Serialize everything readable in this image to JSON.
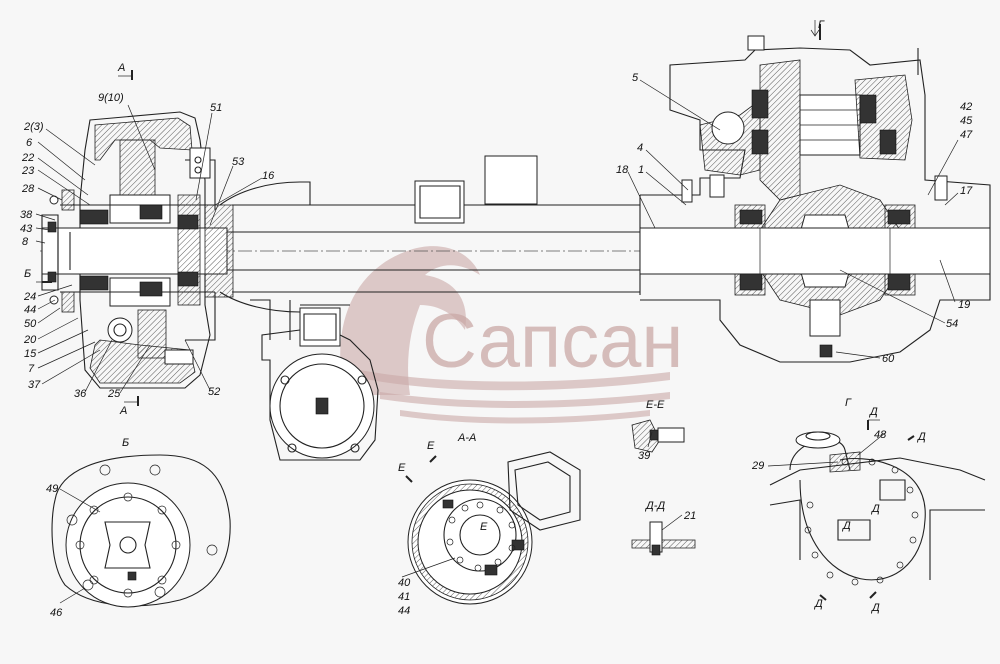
{
  "watermark": {
    "text": "Сапсан",
    "color": "#c9a8a6"
  },
  "section_marks": {
    "a_top": "А",
    "a_bottom": "А",
    "b_left": "Б",
    "b_view": "Б",
    "g_top": "Г",
    "g_view": "Г",
    "aa_view": "А-А",
    "ee_view": "Е-Е",
    "dd_view": "Д-Д",
    "e1": "Е",
    "e2": "Е",
    "e3": "Е",
    "d1": "Д",
    "d2": "Д",
    "d3": "Д",
    "d4": "Д",
    "d5": "Д",
    "d6": "Д"
  },
  "part_labels": {
    "p2_3": "2(3)",
    "p6": "6",
    "p22": "22",
    "p23": "23",
    "p28": "28",
    "p38": "38",
    "p43": "43",
    "p8": "8",
    "p24": "24",
    "p44": "44",
    "p50": "50",
    "p20": "20",
    "p15": "15",
    "p7": "7",
    "p37": "37",
    "p36": "36",
    "p25": "25",
    "p52": "52",
    "p9_10": "9(10)",
    "p51": "51",
    "p53": "53",
    "p16": "16",
    "p5": "5",
    "p4": "4",
    "p18": "18",
    "p1": "1",
    "p42": "42",
    "p45": "45",
    "p47": "47",
    "p17": "17",
    "p19": "19",
    "p54": "54",
    "p60": "60",
    "p39": "39",
    "p21": "21",
    "p48": "48",
    "p29": "29",
    "p49": "49",
    "p46": "46",
    "p40": "40",
    "p41": "41",
    "p44b": "44"
  }
}
